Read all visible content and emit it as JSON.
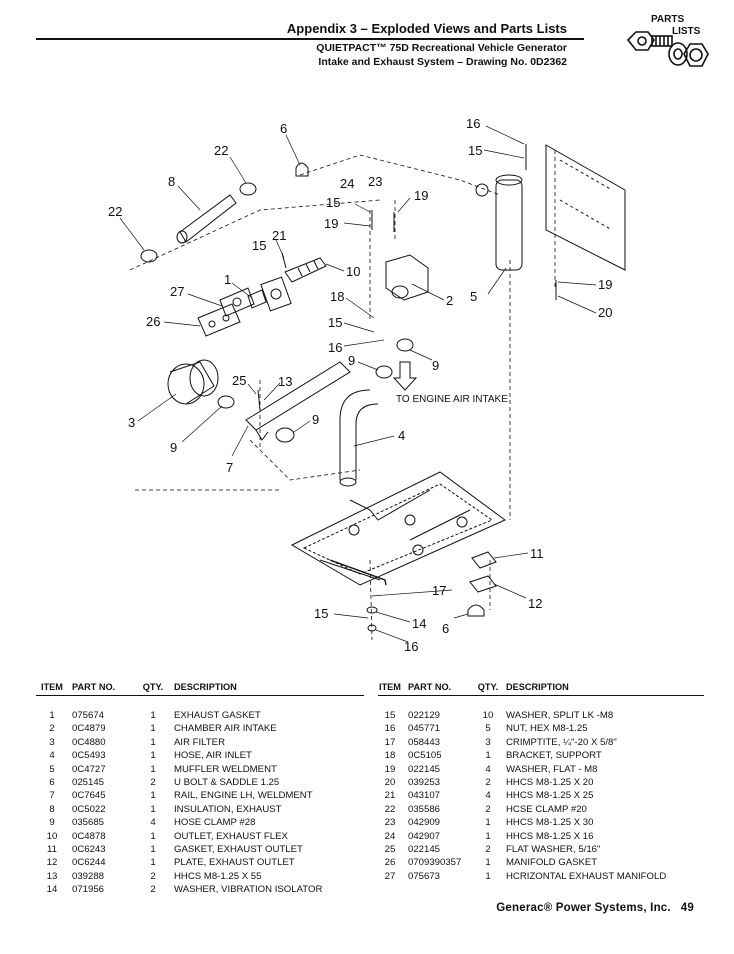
{
  "header": {
    "title": "Appendix 3 – Exploded Views and Parts Lists",
    "subtitle_line1": "QUIETPACT™ 75D Recreational Vehicle Generator",
    "subtitle_line2": "Intake and Exhaust System – Drawing No. 0D2362"
  },
  "icon": {
    "name": "parts-lists-icon",
    "label_top": "PARTS",
    "label_bottom": "LISTS"
  },
  "diagram": {
    "callouts": [
      "6",
      "22",
      "8",
      "22",
      "24",
      "23",
      "19",
      "15",
      "19",
      "16",
      "15",
      "21",
      "15",
      "10",
      "1",
      "27",
      "26",
      "18",
      "2",
      "5",
      "19",
      "20",
      "15",
      "16",
      "9",
      "9",
      "25",
      "13",
      "9",
      "3",
      "9",
      "7",
      "4",
      "11",
      "17",
      "12",
      "15",
      "14",
      "6",
      "16"
    ],
    "annotation": "TO ENGINE AIR INTAKE"
  },
  "table": {
    "headers": {
      "item": "ITEM",
      "part": "PART NO.",
      "qty": "QTY.",
      "desc": "DESCRIPTION"
    },
    "left": [
      {
        "item": "1",
        "part": "075674",
        "qty": "1",
        "desc": "EXHAUST GASKET"
      },
      {
        "item": "2",
        "part": "0C4879",
        "qty": "1",
        "desc": "CHAMBER AIR INTAKE"
      },
      {
        "item": "3",
        "part": "0C4880",
        "qty": "1",
        "desc": "AIR FILTER"
      },
      {
        "item": "4",
        "part": "0C5493",
        "qty": "1",
        "desc": "HOSE, AIR INLET"
      },
      {
        "item": "5",
        "part": "0C4727",
        "qty": "1",
        "desc": "MUFFLER WELDMENT"
      },
      {
        "item": "6",
        "part": "025145",
        "qty": "2",
        "desc": "U BOLT & SADDLE 1.25"
      },
      {
        "item": "7",
        "part": "0C7645",
        "qty": "1",
        "desc": "RAIL, ENGINE LH, WELDMENT"
      },
      {
        "item": "8",
        "part": "0C5022",
        "qty": "1",
        "desc": "INSULATION, EXHAUST"
      },
      {
        "item": "9",
        "part": "035685",
        "qty": "4",
        "desc": "HOSE CLAMP #28"
      },
      {
        "item": "10",
        "part": "0C4878",
        "qty": "1",
        "desc": "OUTLET, EXHAUST FLEX"
      },
      {
        "item": "11",
        "part": "0C6243",
        "qty": "1",
        "desc": "GASKET, EXHAUST OUTLET"
      },
      {
        "item": "12",
        "part": "0C6244",
        "qty": "1",
        "desc": "PLATE, EXHAUST OUTLET"
      },
      {
        "item": "13",
        "part": "039288",
        "qty": "2",
        "desc": "HHCS M8-1.25 X 55"
      },
      {
        "item": "14",
        "part": "071956",
        "qty": "2",
        "desc": "WASHER, VIBRATION ISOLATOR"
      }
    ],
    "right": [
      {
        "item": "15",
        "part": "022129",
        "qty": "10",
        "desc": "WASHER, SPLIT LK -M8"
      },
      {
        "item": "16",
        "part": "045771",
        "qty": "5",
        "desc": "NUT, HEX M8-1.25"
      },
      {
        "item": "17",
        "part": "058443",
        "qty": "3",
        "desc": "CRIMPTITE, ¼\"-20 X 5/8\""
      },
      {
        "item": "18",
        "part": "0C5105",
        "qty": "1",
        "desc": "BRACKET, SUPPORT"
      },
      {
        "item": "19",
        "part": "022145",
        "qty": "4",
        "desc": "WASHER, FLAT - M8"
      },
      {
        "item": "20",
        "part": "039253",
        "qty": "2",
        "desc": "HHCS M8-1.25 X 20"
      },
      {
        "item": "21",
        "part": "043107",
        "qty": "4",
        "desc": "HHCS M8-1.25 X 25"
      },
      {
        "item": "22",
        "part": "035586",
        "qty": "2",
        "desc": "HCSE CLAMP #20"
      },
      {
        "item": "23",
        "part": "042909",
        "qty": "1",
        "desc": "HHCS M8-1.25 X 30"
      },
      {
        "item": "24",
        "part": "042907",
        "qty": "1",
        "desc": "HHCS M8-1.25 X 16"
      },
      {
        "item": "25",
        "part": "022145",
        "qty": "2",
        "desc": "FLAT WASHER, 5/16\""
      },
      {
        "item": "26",
        "part": "0709390357",
        "qty": "1",
        "desc": "MANIFOLD GASKET"
      },
      {
        "item": "27",
        "part": "075673",
        "qty": "1",
        "desc": "HCRIZONTAL EXHAUST MANIFOLD"
      }
    ]
  },
  "footer": {
    "company": "Generac® Power Systems, Inc.",
    "page": "49"
  }
}
